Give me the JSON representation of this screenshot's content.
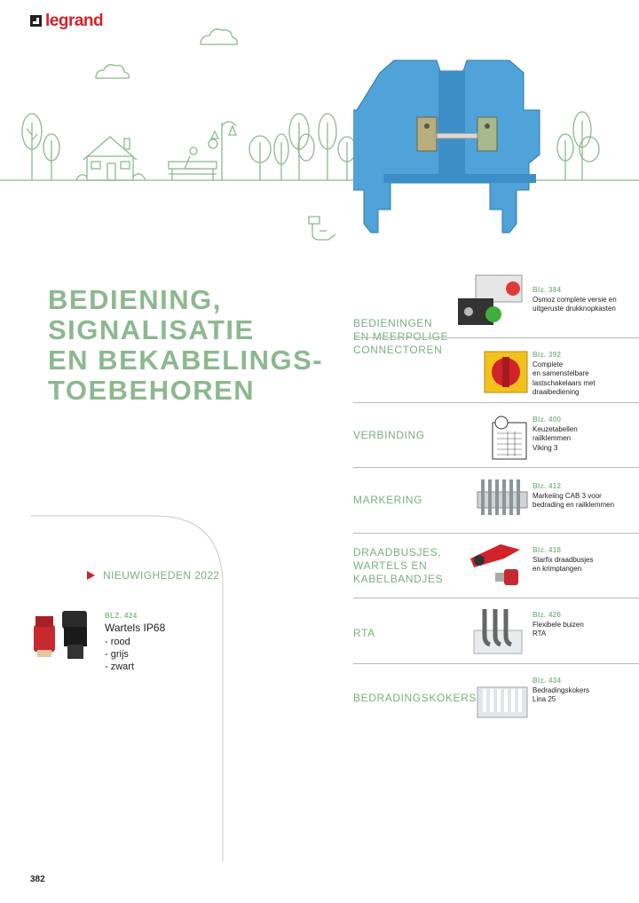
{
  "brand": {
    "logo_text": "legrand"
  },
  "title_lines": [
    "BEDIENING,",
    "SIGNALISATIE",
    "EN BEKABELINGS-",
    "TOEBEHOREN"
  ],
  "news": {
    "label": "NIEUWIGHEDEN 2022",
    "item": {
      "page_ref": "BLZ. 424",
      "title": "Wartels IP68",
      "bullets": [
        "- rood",
        "- grijs",
        "- zwart"
      ]
    }
  },
  "sections": [
    {
      "label_lines": [
        "BEDIENINGEN",
        "EN MEERPOLIGE",
        "CONNECTOREN"
      ]
    },
    {
      "label_lines": [
        "VERBINDING"
      ]
    },
    {
      "label_lines": [
        "MARKERING"
      ]
    },
    {
      "label_lines": [
        "DRAADBUSJES,",
        "WARTELS EN",
        "KABELBANDJES"
      ]
    },
    {
      "label_lines": [
        "RTA"
      ]
    },
    {
      "label_lines": [
        "BEDRADINGSKOKERS"
      ]
    }
  ],
  "products": [
    {
      "page_ref": "Blz. 384",
      "text": "Osmoz complete versie en\nuitgeruste drukknopkasten"
    },
    {
      "page_ref": "Blz. 392",
      "text": "Complete\nen samenstelbare\nlastschakelaars met\ndraaibediening"
    },
    {
      "page_ref": "Blz. 400",
      "text": "Keuzetabellen\nrailklemmen\nViking 3"
    },
    {
      "page_ref": "Blz. 412",
      "text": "Markeiing CAB 3 voor\nbedrading en railklemmen"
    },
    {
      "page_ref": "Blz. 418",
      "text": "Starfix draadbusjes\nen krimptangen"
    },
    {
      "page_ref": "Blz. 426",
      "text": "Flexibele buizen\nRTA"
    },
    {
      "page_ref": "Blz. 434",
      "text": "Bedradingskokers\nLina 25"
    }
  ],
  "page_number": "382",
  "colors": {
    "brand_red": "#d2232a",
    "accent_green": "#8cb88f",
    "terminal_blue": "#4fa3d8"
  }
}
